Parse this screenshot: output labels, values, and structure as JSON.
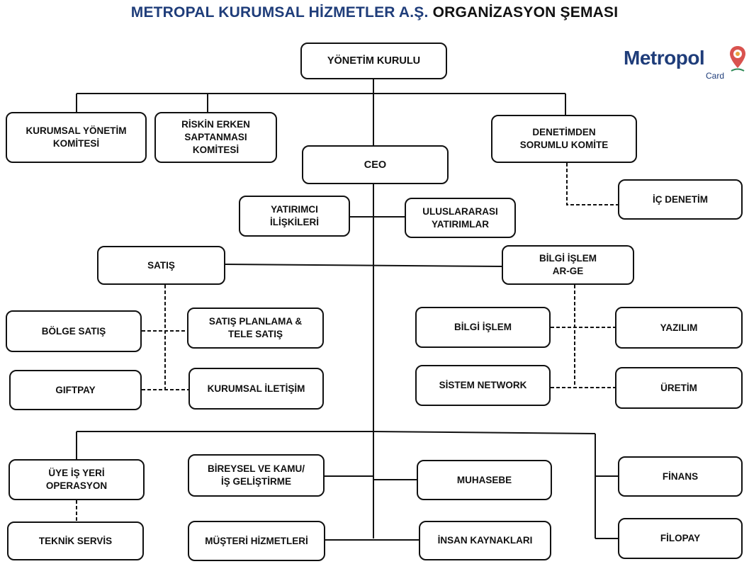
{
  "title": {
    "company": "METROPAL KURUMSAL HİZMETLER A.Ş.",
    "chart": "ORGANİZASYON ŞEMASI"
  },
  "logo": {
    "word": "Metropol",
    "sub": "Card",
    "icon": "map-pin-icon"
  },
  "nodes": {
    "yonetim_kurulu": "YÖNETİM KURULU",
    "kurumsal_yonetim_komitesi": "KURUMSAL YÖNETİM\nKOMİTESİ",
    "riskin_erken_saptanmasi": "RİSKİN ERKEN\nSAPTANMASI\nKOMİTESİ",
    "denetimden_sorumlu_komite": "DENETİMDEN\nSORUMLU KOMİTE",
    "ceo": "CEO",
    "ic_denetim": "İÇ DENETİM",
    "yatirimci_iliskileri": "YATIRIMCI\nİLİŞKİLERİ",
    "uluslararasi_yatirimlar": "ULUSLARARASI\nYATIRIMLAR",
    "satis": "SATIŞ",
    "bilgi_islem_arge": "BİLGİ İŞLEM\nAR-GE",
    "bolge_satis": "BÖLGE SATIŞ",
    "satis_planlama": "SATIŞ PLANLAMA &\nTELE SATIŞ",
    "giftpay": "GIFTPAY",
    "kurumsal_iletisim": "KURUMSAL İLETİŞİM",
    "bilgi_islem": "BİLGİ İŞLEM",
    "yazilim": "YAZILIM",
    "sistem_network": "SİSTEM NETWORK",
    "uretim": "ÜRETİM",
    "uye_is_yeri_operasyon": "ÜYE İŞ YERİ\nOPERASYON",
    "bireysel_kamu": "BİREYSEL VE KAMU/\nİŞ GELİŞTİRME",
    "muhasebe": "MUHASEBE",
    "finans": "FİNANS",
    "teknik_servis": "TEKNİK SERVİS",
    "musteri_hizmetleri": "MÜŞTERİ HİZMETLERİ",
    "insan_kaynaklari": "İNSAN KAYNAKLARI",
    "filopay": "FİLOPAY"
  },
  "connections": [
    {
      "from": "yonetim_kurulu",
      "to": "kurumsal_yonetim_komitesi",
      "style": "solid"
    },
    {
      "from": "yonetim_kurulu",
      "to": "riskin_erken_saptanmasi",
      "style": "solid"
    },
    {
      "from": "yonetim_kurulu",
      "to": "denetimden_sorumlu_komite",
      "style": "solid"
    },
    {
      "from": "yonetim_kurulu",
      "to": "ceo",
      "style": "solid"
    },
    {
      "from": "denetimden_sorumlu_komite",
      "to": "ic_denetim",
      "style": "dashed"
    },
    {
      "from": "ceo",
      "to": "yatirimci_iliskileri",
      "style": "solid"
    },
    {
      "from": "ceo",
      "to": "uluslararasi_yatirimlar",
      "style": "solid"
    },
    {
      "from": "ceo",
      "to": "satis",
      "style": "solid"
    },
    {
      "from": "ceo",
      "to": "bilgi_islem_arge",
      "style": "solid"
    },
    {
      "from": "satis",
      "to": "bolge_satis",
      "style": "dashed"
    },
    {
      "from": "satis",
      "to": "satis_planlama",
      "style": "dashed"
    },
    {
      "from": "satis",
      "to": "giftpay",
      "style": "dashed"
    },
    {
      "from": "satis",
      "to": "kurumsal_iletisim",
      "style": "dashed"
    },
    {
      "from": "bilgi_islem_arge",
      "to": "bilgi_islem",
      "style": "dashed"
    },
    {
      "from": "bilgi_islem_arge",
      "to": "yazilim",
      "style": "dashed"
    },
    {
      "from": "bilgi_islem_arge",
      "to": "sistem_network",
      "style": "dashed"
    },
    {
      "from": "bilgi_islem_arge",
      "to": "uretim",
      "style": "dashed"
    },
    {
      "from": "ceo",
      "to": "uye_is_yeri_operasyon",
      "style": "solid"
    },
    {
      "from": "ceo",
      "to": "finans",
      "style": "solid"
    },
    {
      "from": "ceo",
      "to": "filopay",
      "style": "solid"
    },
    {
      "from": "ceo",
      "to": "bireysel_kamu",
      "style": "solid"
    },
    {
      "from": "ceo",
      "to": "muhasebe",
      "style": "solid"
    },
    {
      "from": "ceo",
      "to": "musteri_hizmetleri",
      "style": "solid"
    },
    {
      "from": "ceo",
      "to": "insan_kaynaklari",
      "style": "solid"
    },
    {
      "from": "uye_is_yeri_operasyon",
      "to": "teknik_servis",
      "style": "dashed"
    }
  ]
}
